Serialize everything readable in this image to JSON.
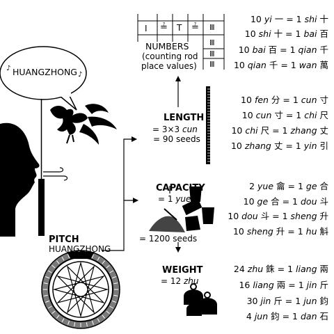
{
  "colors": {
    "ink": "#000000",
    "paper": "#ffffff",
    "shade": "#555555"
  },
  "icons": [
    "speech-bubble-icon",
    "phoenix-icon",
    "head-silhouette-icon",
    "pitch-pipe-icon",
    "wind-icon",
    "counting-rods-icon",
    "ruler-icon",
    "measuring-vessels-icon",
    "seed-pile-icon",
    "weights-icon",
    "pitch-wheel-icon",
    "arrow-icon"
  ],
  "speech": {
    "text": "HUANGZHONG",
    "note_left": "♪",
    "note_right": "♪"
  },
  "numbers": {
    "title": "NUMBERS",
    "subtitle_1": "(counting rod",
    "subtitle_2": "place values)",
    "rods_row1": [
      "I",
      "≟",
      "T",
      "≟",
      "Ⅲ"
    ],
    "rods_side": [
      "Ⅲ",
      "Ⅲ",
      "Ⅲ"
    ],
    "eq": [
      {
        "a": "10 ",
        "u1": "yi",
        "h1": " 一",
        "b": " = 1 ",
        "u2": "shi",
        "h2": " 十"
      },
      {
        "a": "10 ",
        "u1": "shi",
        "h1": " 十",
        "b": " = 1 ",
        "u2": "bai",
        "h2": " 百"
      },
      {
        "a": "10 ",
        "u1": "bai",
        "h1": " 百",
        "b": " = 1 ",
        "u2": "qian",
        "h2": " 千"
      },
      {
        "a": "10 ",
        "u1": "qian",
        "h1": " 千",
        "b": " = 1 ",
        "u2": "wan",
        "h2": " 萬"
      }
    ]
  },
  "length": {
    "title": "LENGTH",
    "sub_1a": "= 3×3 ",
    "sub_1b": "cun",
    "sub_2": "= 90 seeds",
    "eq": [
      {
        "a": "10 ",
        "u1": "fen",
        "h1": " 分",
        "b": " = 1 ",
        "u2": "cun",
        "h2": " 寸"
      },
      {
        "a": "10 ",
        "u1": "cun",
        "h1": " 寸",
        "b": " = 1 ",
        "u2": "chi",
        "h2": " 尺"
      },
      {
        "a": "10 ",
        "u1": "chi",
        "h1": " 尺",
        "b": " = 1 ",
        "u2": "zhang",
        "h2": " 丈"
      },
      {
        "a": "10 ",
        "u1": "zhang",
        "h1": " 丈",
        "b": " = 1 ",
        "u2": "yin",
        "h2": " 引"
      }
    ]
  },
  "capacity": {
    "title": "CAPACITY",
    "sub_1a": "= 1 ",
    "sub_1b": "yue",
    "seeds": "= 1200 seeds",
    "eq": [
      {
        "a": "2 ",
        "u1": "yue",
        "h1": " 龠",
        "b": " = 1 ",
        "u2": "ge",
        "h2": " 合"
      },
      {
        "a": "10 ",
        "u1": "ge",
        "h1": " 合",
        "b": " = 1 ",
        "u2": "dou",
        "h2": " 斗"
      },
      {
        "a": "10 ",
        "u1": "dou",
        "h1": " 斗",
        "b": " = 1 ",
        "u2": "sheng",
        "h2": " 升"
      },
      {
        "a": "10 ",
        "u1": "sheng",
        "h1": " 升",
        "b": " = 1 ",
        "u2": "hu",
        "h2": " 斛"
      }
    ]
  },
  "weight": {
    "title": "WEIGHT",
    "sub_1a": "= 12 ",
    "sub_1b": "zhu",
    "eq": [
      {
        "a": "24 ",
        "u1": "zhu",
        "h1": " 銖",
        "b": " = 1 ",
        "u2": "liang",
        "h2": " 兩"
      },
      {
        "a": "16 ",
        "u1": "liang",
        "h1": " 兩",
        "b": " = 1 ",
        "u2": "jin",
        "h2": " 斤"
      },
      {
        "a": "30 ",
        "u1": "jin",
        "h1": " 斤",
        "b": " = 1 ",
        "u2": "jun",
        "h2": " 鈞"
      },
      {
        "a": "4 ",
        "u1": "jun",
        "h1": " 鈞",
        "b": " = 1 ",
        "u2": "dan",
        "h2": " 石"
      }
    ]
  },
  "pitch": {
    "title": "PITCH",
    "sub": "HUANGZHONG"
  }
}
